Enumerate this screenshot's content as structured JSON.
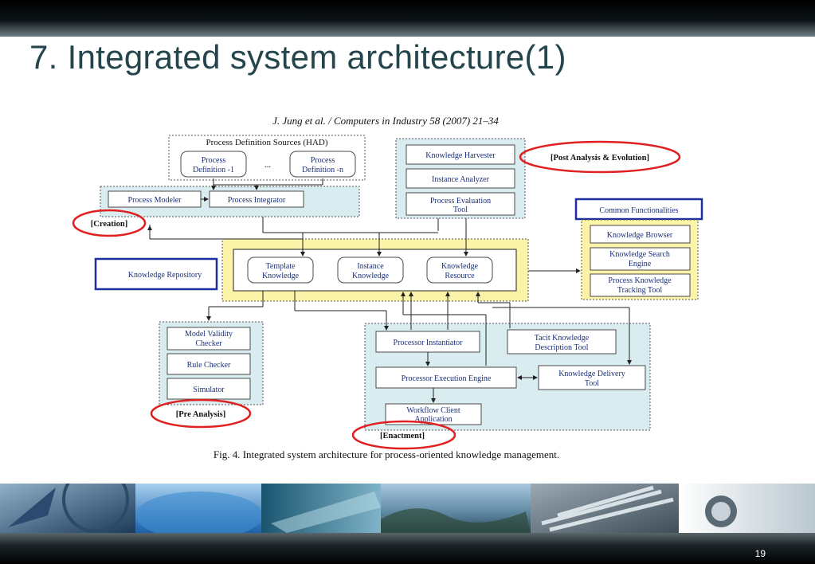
{
  "slide": {
    "title": "7.  Integrated system architecture(1)",
    "page_number": "19"
  },
  "figure": {
    "header": "J. Jung et al. / Computers in Industry 58 (2007) 21–34",
    "caption": "Fig. 4.  Integrated system architecture for process-oriented knowledge management.",
    "process_sources": {
      "title": "Process Definition Sources (HAD)",
      "def1_line1": "Process",
      "def1_line2": "Definition -1",
      "ellipsis": "...",
      "defn_line1": "Process",
      "defn_line2": "Definition -n"
    },
    "creation": {
      "process_modeler": "Process Modeler",
      "process_integrator": "Process Integrator",
      "label": "[Creation]"
    },
    "post_analysis": {
      "knowledge_harvester": "Knowledge Harvester",
      "instance_analyzer": "Instance Analyzer",
      "process_eval_line1": "Process Evaluation",
      "process_eval_line2": "Tool",
      "label": "[Post Analysis & Evolution]"
    },
    "common": {
      "title": "Common Functionalities",
      "browser": "Knowledge Browser",
      "search_line1": "Knowledge Search",
      "search_line2": "Engine",
      "tracking_line1": "Process Knowledge",
      "tracking_line2": "Tracking Tool"
    },
    "repository": {
      "label": "Knowledge Repository",
      "template_line1": "Template",
      "template_line2": "Knowledge",
      "instance_line1": "Instance",
      "instance_line2": "Knowledge",
      "resource_line1": "Knowledge",
      "resource_line2": "Resource"
    },
    "pre_analysis": {
      "validity_line1": "Model Validity",
      "validity_line2": "Checker",
      "rule_checker": "Rule Checker",
      "simulator": "Simulator",
      "label": "[Pre Analysis]"
    },
    "enactment": {
      "instantiator": "Processor Instantiator",
      "tacit_line1": "Tacit Knowledge",
      "tacit_line2": "Description Tool",
      "execution_engine": "Processor Execution Engine",
      "delivery_line1": "Knowledge Delivery",
      "delivery_line2": "Tool",
      "workflow_line1": "Workflow Client",
      "workflow_line2": "Application",
      "label": "[Enactment]"
    }
  },
  "colors": {
    "title_text": "#23454b",
    "panel_fill": "#d9ecef",
    "repository_fill": "#fbf3a8",
    "highlight_circle": "#e02020",
    "blue_frame": "#1d2fa0"
  }
}
